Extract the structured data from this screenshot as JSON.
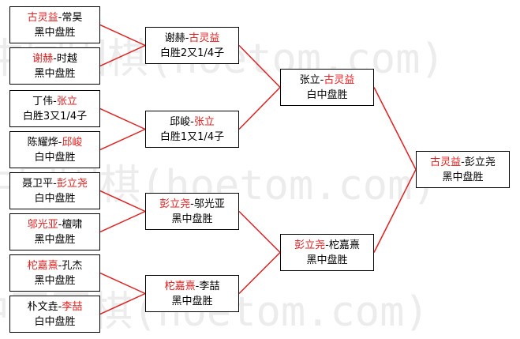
{
  "watermark": "中国围棋(hoetom.com)",
  "colors": {
    "winner": "#e02020",
    "line": "#e02020",
    "border": "#000000"
  },
  "round1": [
    {
      "p1": "古灵益",
      "p2": "常昊",
      "result": "黑中盘胜",
      "winner": 1
    },
    {
      "p1": "谢赫",
      "p2": "时越",
      "result": "黑中盘胜",
      "winner": 1
    },
    {
      "p1": "丁伟",
      "p2": "张立",
      "result": "白胜3又1/4子",
      "winner": 2
    },
    {
      "p1": "陈耀烨",
      "p2": "邱峻",
      "result": "白中盘胜",
      "winner": 2
    },
    {
      "p1": "聂卫平",
      "p2": "彭立尧",
      "result": "白中盘胜",
      "winner": 2
    },
    {
      "p1": "邬光亚",
      "p2": "檀啸",
      "result": "黑中盘胜",
      "winner": 1
    },
    {
      "p1": "柁嘉熹",
      "p2": "孔杰",
      "result": "黑中盘胜",
      "winner": 1
    },
    {
      "p1": "朴文垚",
      "p2": "李喆",
      "result": "白中盘胜",
      "winner": 2
    }
  ],
  "round2": [
    {
      "p1": "谢赫",
      "p2": "古灵益",
      "result": "白胜2又1/4子",
      "winner": 2
    },
    {
      "p1": "邱峻",
      "p2": "张立",
      "result": "白胜1又1/4子",
      "winner": 2
    },
    {
      "p1": "彭立尧",
      "p2": "邬光亚",
      "result": "黑中盘胜",
      "winner": 1
    },
    {
      "p1": "柁嘉熹",
      "p2": "李喆",
      "result": "黑中盘胜",
      "winner": 1
    }
  ],
  "round3": [
    {
      "p1": "张立",
      "p2": "古灵益",
      "result": "白中盘胜",
      "winner": 2
    },
    {
      "p1": "彭立尧",
      "p2": "柁嘉熹",
      "result": "黑中盘胜",
      "winner": 1
    }
  ],
  "final": [
    {
      "p1": "古灵益",
      "p2": "彭立尧",
      "result": "黑中盘胜",
      "winner": 1
    }
  ]
}
